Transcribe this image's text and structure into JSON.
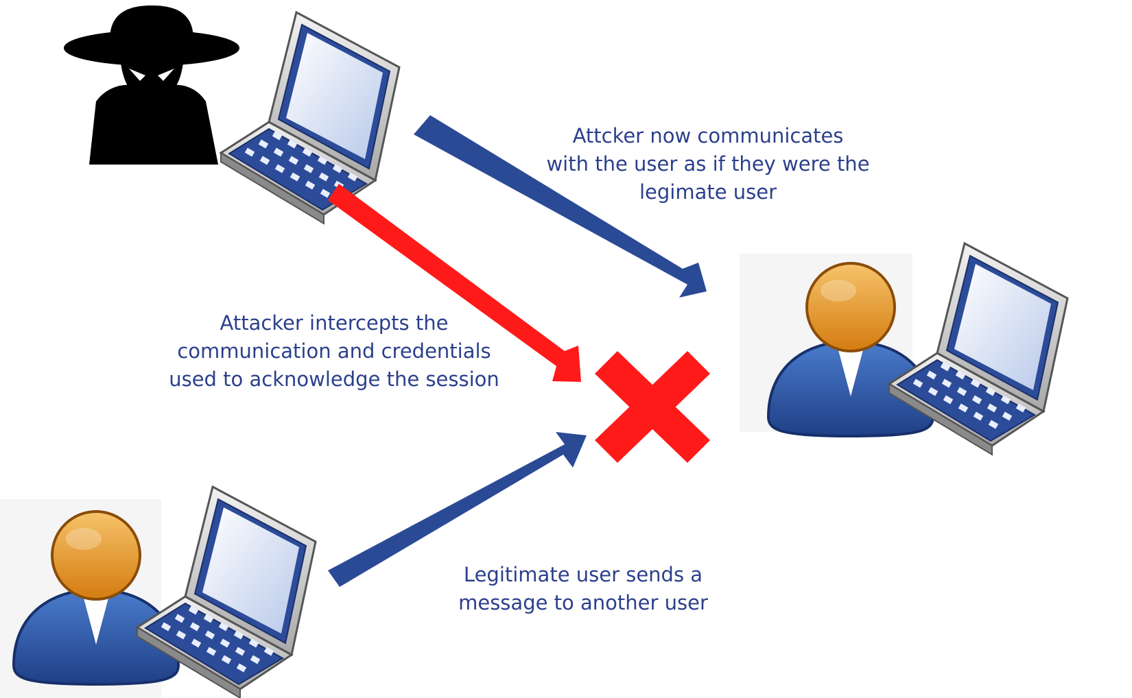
{
  "captions": {
    "attacker_communicates": [
      "Attcker now communicates",
      "with the user as if they were the",
      "legimate user"
    ],
    "attacker_intercepts": [
      "Attacker intercepts the",
      "communication and credentials",
      "used to acknowledge the session"
    ],
    "legitimate_sends": [
      "Legitimate user sends a",
      "message to another user"
    ]
  },
  "colors": {
    "caption_text": "#2b3f8c",
    "arrow_blue": "#2b4a96",
    "arrow_red": "#ff1a1a",
    "cross_red": "#ff1a1a",
    "attacker_silhouette": "#000000",
    "user_head": "#e8962a",
    "user_body": "#2d5aa8",
    "laptop_screen": "#dde6f6",
    "laptop_body": "#d9d9d9"
  },
  "icons": [
    "attacker-icon",
    "laptop-icon",
    "user-icon",
    "blocked-cross-icon"
  ]
}
